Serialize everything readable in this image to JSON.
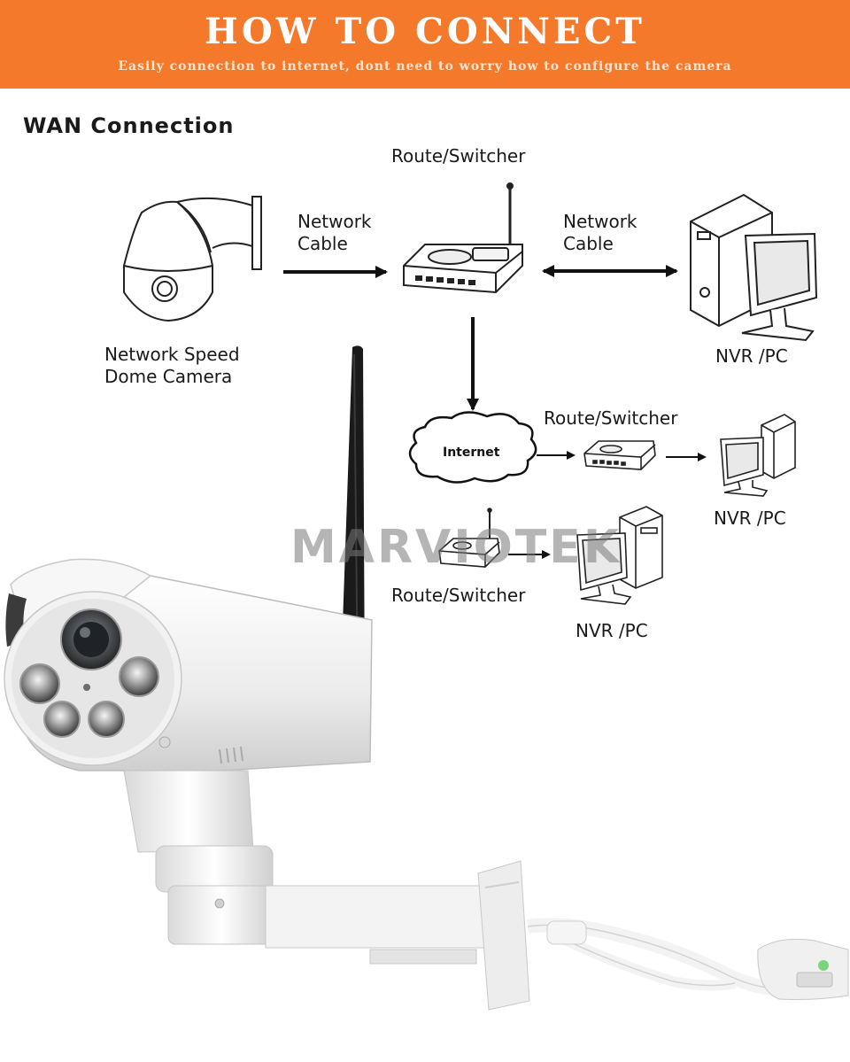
{
  "banner": {
    "title": "HOW TO CONNECT",
    "subtitle": "Easily connection to internet, dont need to worry how to configure the camera",
    "background": "#f4792a"
  },
  "diagram": {
    "section_title": "WAN Connection",
    "router_top_label": "Route/Switcher",
    "cable_left_label": "Network\nCable",
    "cable_right_label": "Network\nCable",
    "camera_label": "Network Speed\nDome Camera",
    "nvr_top_label": "NVR /PC",
    "internet_label": "Internet",
    "router_mid_label": "Route/Switcher",
    "nvr_mid_label": "NVR /PC",
    "router_bottom_label": "Route/Switcher",
    "nvr_bottom_label": "NVR /PC"
  },
  "watermark": "MARVIOTEK",
  "icons": {
    "dome_camera": "dome-camera-icon",
    "router": "router-icon",
    "computer": "computer-icon",
    "cloud": "cloud-icon",
    "product": "bullet-ptz-camera-photo"
  }
}
